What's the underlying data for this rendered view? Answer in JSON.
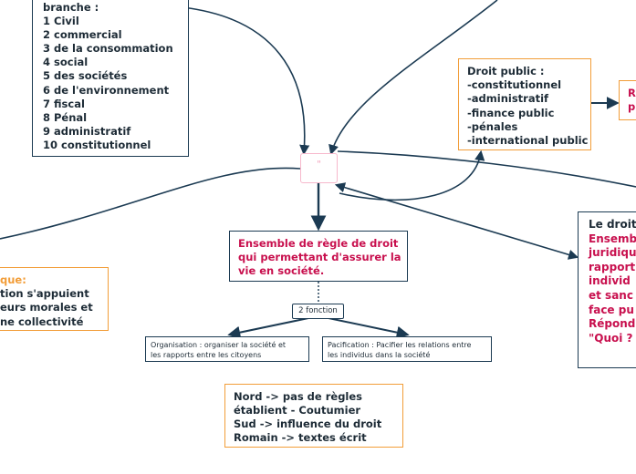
{
  "branches_box": {
    "lines": [
      "branche :",
      "1 Civil",
      "2 commercial",
      "3 de la consommation",
      "4 social",
      "5 des sociétés",
      "6 de l'environnement",
      "7 fiscal",
      "8 Pénal",
      "9 administratif",
      "10 constitutionnel"
    ]
  },
  "center_node": {
    "label": "\""
  },
  "public_box": {
    "lines": [
      "Droit public :",
      "-constitutionnel",
      "-administratif",
      "-finance public",
      "-pénales",
      "-international public"
    ]
  },
  "right_top_box": {
    "lines": [
      "R",
      "p"
    ]
  },
  "definition_box": {
    "lines": [
      "Ensemble de règle de droit",
      "qui permettant d'assurer la",
      "vie en société."
    ]
  },
  "left_box": {
    "lines": [
      "que:",
      "tion s'appuient",
      "eurs morales et",
      "ne collectivité"
    ]
  },
  "fonction_label": {
    "label": "2 fonction"
  },
  "organisation_box": {
    "lines": [
      "Organisation : organiser la société et",
      "les rapports entre les citoyens"
    ]
  },
  "pacification_box": {
    "lines": [
      "Pacification : Pacifier les relations entre",
      "les individus dans la société"
    ]
  },
  "history_box": {
    "lines": [
      "Nord -> pas de règles",
      "établient - Coutumier",
      "Sud -> influence du droit",
      "Romain -> textes écrit"
    ]
  },
  "droit_box": {
    "title": "Le droit",
    "lines": [
      "Ensemb",
      "juridiqu",
      "rapport",
      "individ",
      "et sanc",
      "face pu",
      "Répond",
      "\"Quoi ?"
    ]
  },
  "colors": {
    "navy": "#1b3a52",
    "orange": "#f29d38",
    "crimson": "#c8104e",
    "pink": "#f7b8cc"
  }
}
